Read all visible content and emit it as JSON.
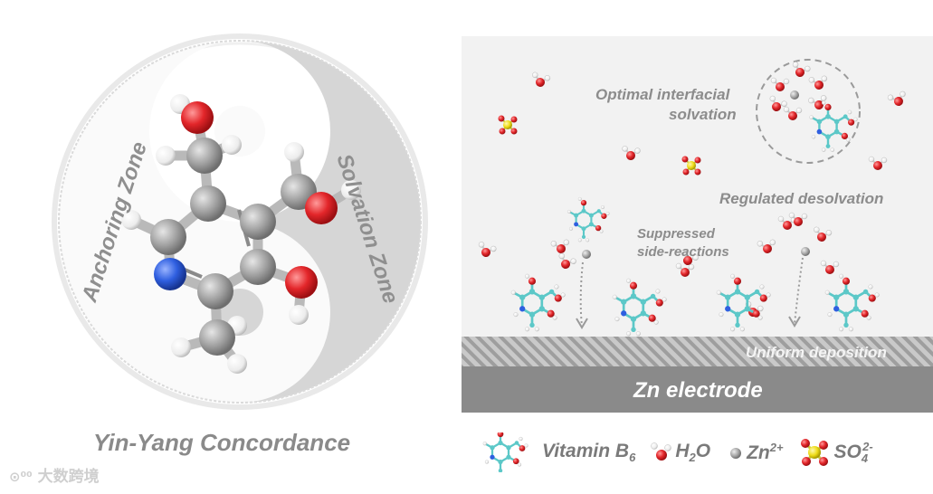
{
  "left_panel": {
    "title": "Yin-Yang Concordance",
    "anchoring_zone": "Anchoring Zone",
    "solvation_zone": "Solvation Zone"
  },
  "right_panel": {
    "optimal_line1": "Optimal interfacial",
    "optimal_line2": "solvation",
    "regulated": "Regulated desolvation",
    "suppressed_line1": "Suppressed",
    "suppressed_line2": "side-reactions",
    "uniform": "Uniform deposition",
    "electrode": "Zn electrode"
  },
  "legend": {
    "vb6": "Vitamin B",
    "vb6_sub": "6",
    "h2o": "H",
    "h2o_sub": "2",
    "h2o_tail": "O",
    "zn": "Zn",
    "zn_sup": "2+",
    "so4": "SO",
    "so4_sub": "4",
    "so4_sup": "2-"
  },
  "watermark": "大数跨境",
  "colors": {
    "oxygen": "#e3262a",
    "nitrogen": "#2f5fe0",
    "carbon": "#9c9c9c",
    "hydrogen": "#f4f4f4",
    "sulfur": "#f0e020",
    "zinc": "#a8a8a8",
    "cyan_bond": "#5cc8c8",
    "electrode": "#8a8a8a",
    "panel_bg": "#f2f2f2"
  }
}
